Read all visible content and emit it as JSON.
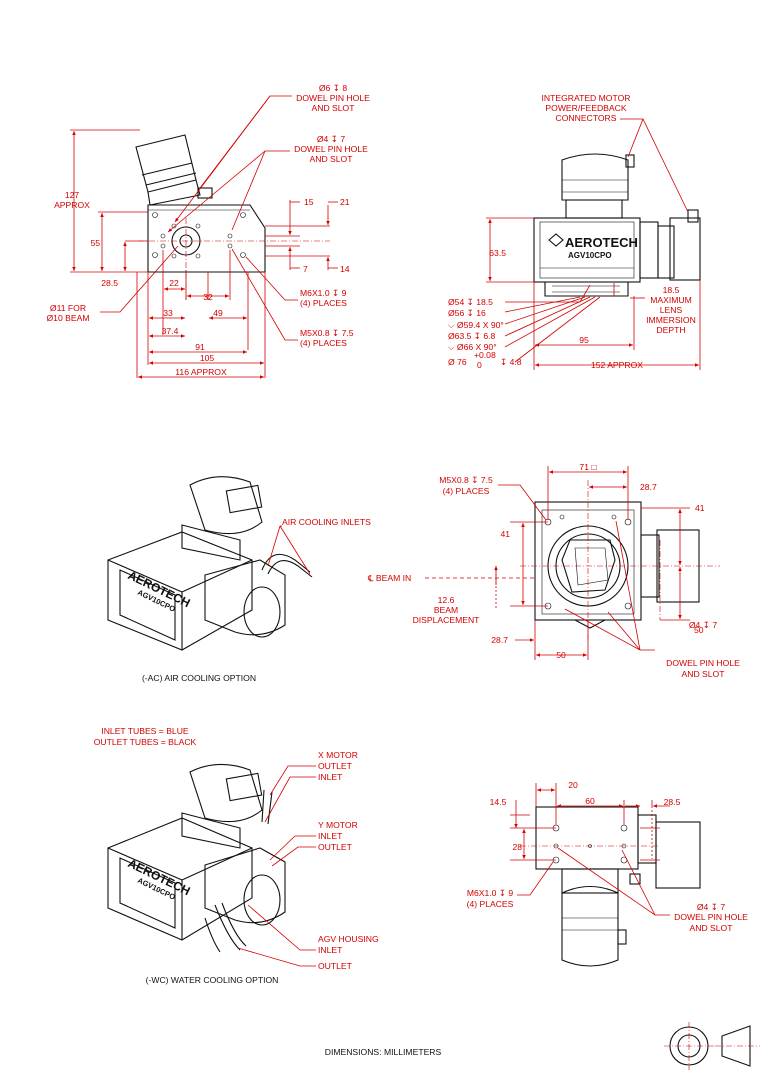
{
  "view1": {
    "dowel_big_label": [
      "Ø6 ↧ 8",
      "DOWEL PIN HOLE",
      "AND SLOT"
    ],
    "dowel_small_label": [
      "Ø4 ↧ 7",
      "DOWEL PIN HOLE",
      "AND SLOT"
    ],
    "dim_127": [
      "127",
      "APPROX"
    ],
    "dim_55": "55",
    "dim_28_5": "28.5",
    "dim_15": "15",
    "dim_21": "21",
    "dim_7": "7",
    "dim_14": "14",
    "dim_22": "22",
    "dim_32": "32",
    "dim_33": "33",
    "dim_49": "49",
    "dim_37_4": "37.4",
    "dim_91": "91",
    "dim_105": "105",
    "dim_116": "116 APPROX",
    "beam_label": [
      "Ø11 FOR",
      "Ø10 BEAM"
    ],
    "m6_label": [
      "M6X1.0 ↧ 9",
      "(4) PLACES"
    ],
    "m5_label": [
      "M5X0.8 ↧ 7.5",
      "(4) PLACES"
    ]
  },
  "view2": {
    "connectors_label": [
      "INTEGRATED MOTOR",
      "POWER/FEEDBACK",
      "CONNECTORS"
    ],
    "dim_63_5": "63.5",
    "bore_labels": [
      "Ø54 ↧ 18.5",
      "Ø56 ↧ 16",
      "⌵ Ø59.4 X 90°",
      "Ø63.5 ↧ 6.8",
      "⌵ Ø66 X 90°",
      "Ø 76",
      "+0.08",
      "0",
      "↧ 4.8"
    ],
    "depth_label": [
      "18.5",
      "MAXIMUM",
      "LENS",
      "IMMERSION",
      "DEPTH"
    ],
    "dim_95": "95",
    "dim_152": "152 APPROX",
    "logo_text": "AEROTECH",
    "model_text": "AGV10CPO"
  },
  "view3": {
    "air_inlets_label": "AIR COOLING INLETS",
    "caption": "(-AC) AIR COOLING OPTION",
    "logo_text": "AEROTECH",
    "model_text": "AGV10CPO"
  },
  "view4": {
    "m5_label": [
      "M5X0.8 ↧ 7.5",
      "(4) PLACES"
    ],
    "dim_71": "71 □",
    "dim_28_7_top": "28.7",
    "dim_41_right": "41",
    "dim_41_left": "41",
    "beam_in": "℄ BEAM IN",
    "beam_disp": [
      "12.6",
      "BEAM",
      "DISPLACEMENT"
    ],
    "dim_28_7_bottom": "28.7",
    "dim_50_bottom": "50",
    "dim_50_right": "50",
    "dowel_label": [
      "Ø4 ↧ 7",
      "DOWEL PIN HOLE",
      "AND SLOT"
    ]
  },
  "view5": {
    "tube_colors": [
      "INLET TUBES = BLUE",
      "OUTLET TUBES = BLACK"
    ],
    "x_motor": [
      "X MOTOR",
      "OUTLET",
      "INLET"
    ],
    "y_motor": [
      "Y MOTOR",
      "INLET",
      "OUTLET"
    ],
    "housing": [
      "AGV HOUSING",
      "INLET",
      "OUTLET"
    ],
    "caption": "(-WC) WATER COOLING OPTION",
    "logo_text": "AEROTECH",
    "model_text": "AGV10CPO"
  },
  "view6": {
    "dim_20": "20",
    "dim_14_5": "14.5",
    "dim_60": "60",
    "dim_28_5": "28.5",
    "dim_28": "28",
    "m6_label": [
      "M6X1.0 ↧ 9",
      "(4) PLACES"
    ],
    "dowel_label": [
      "Ø4 ↧ 7",
      "DOWEL PIN HOLE",
      "AND SLOT"
    ]
  },
  "footer": {
    "units": "DIMENSIONS:  MILLIMETERS"
  }
}
